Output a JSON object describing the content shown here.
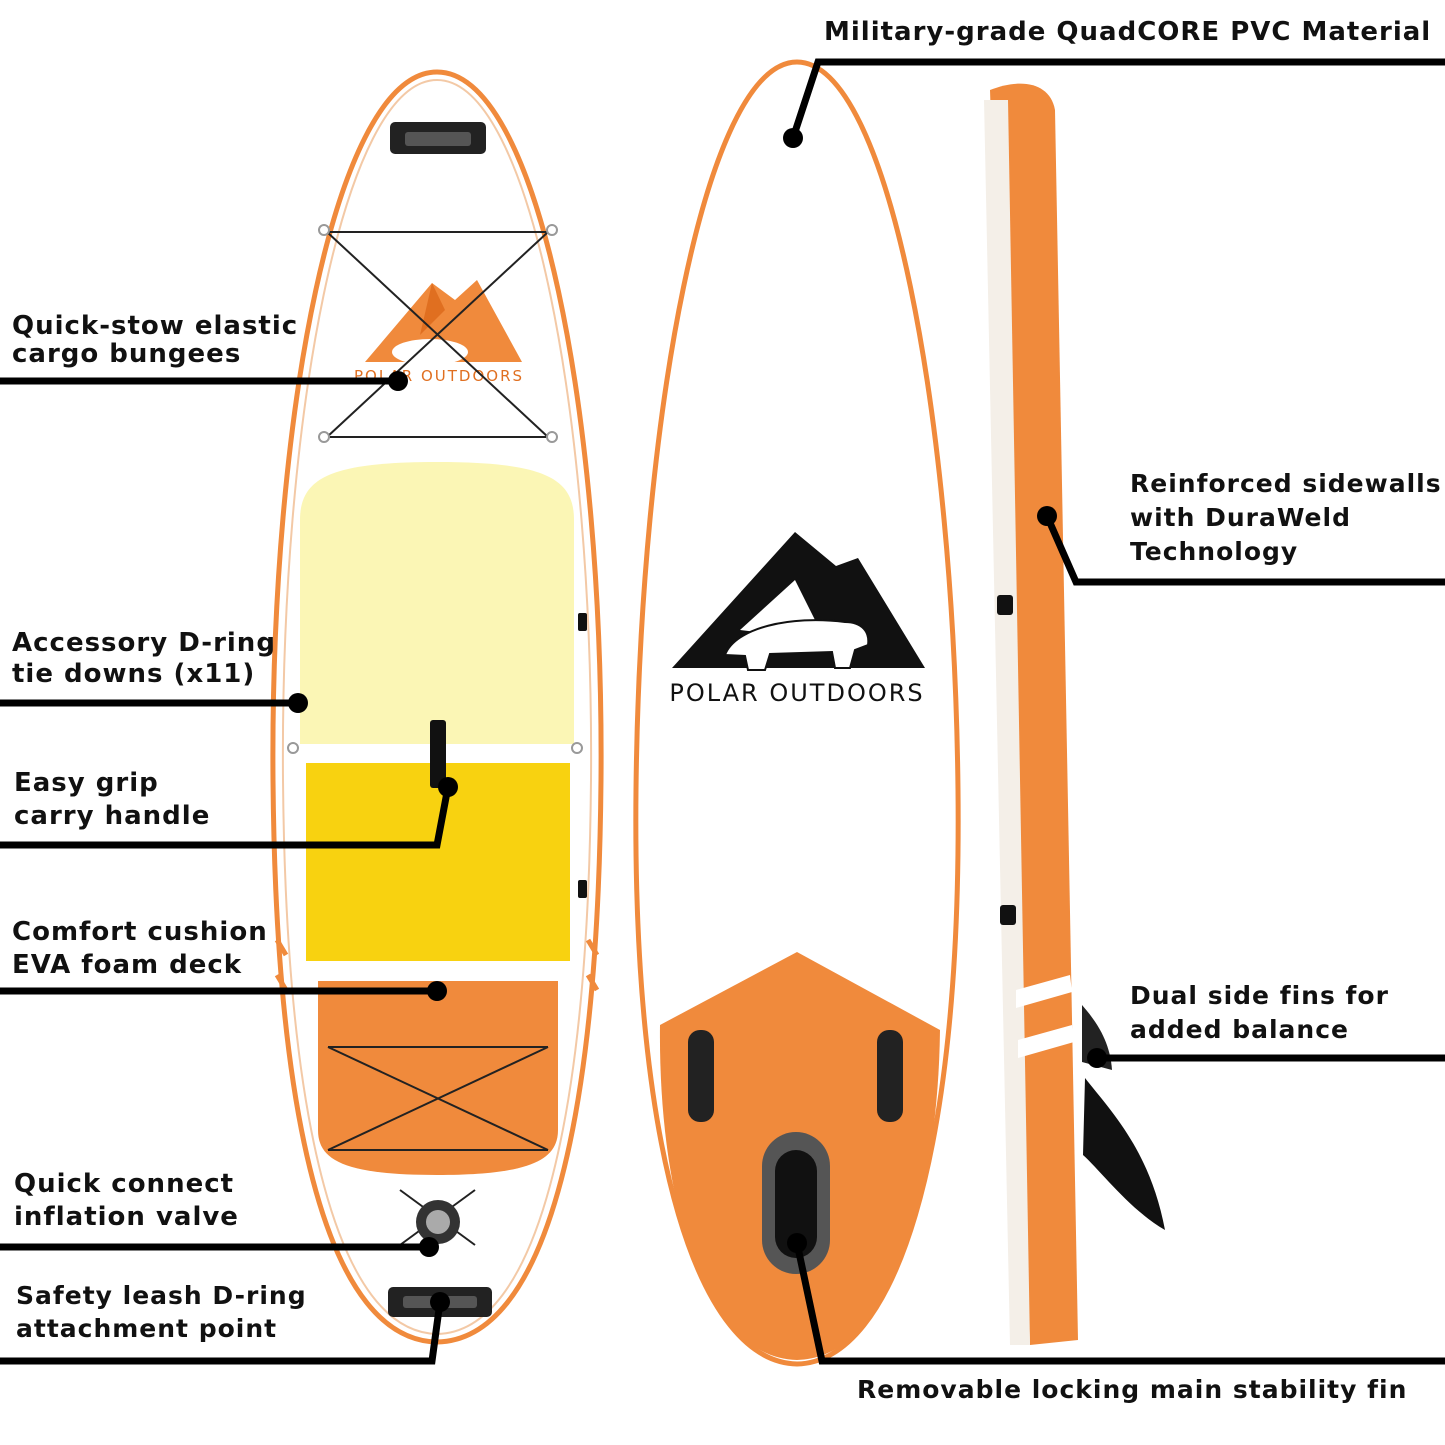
{
  "brand": {
    "name": "POLAR OUTDOORS",
    "colors": {
      "orange": "#F08A3C",
      "orange_dark": "#E06F20",
      "yellow_light": "#FBF6B5",
      "yellow": "#F8D210",
      "white": "#FFFFFF",
      "black": "#111111"
    }
  },
  "callouts": {
    "material": {
      "lines": [
        "Military-grade QuadCORE PVC Material"
      ]
    },
    "bungees": {
      "lines": [
        "Quick-stow elastic",
        "cargo bungees"
      ]
    },
    "d_rings": {
      "lines": [
        "Accessory D-ring",
        "tie downs (x11)"
      ]
    },
    "handle": {
      "lines": [
        "Easy grip",
        "carry handle"
      ]
    },
    "deck": {
      "lines": [
        "Comfort cushion",
        "EVA foam deck"
      ]
    },
    "valve": {
      "lines": [
        "Quick connect",
        "inflation valve"
      ]
    },
    "leash": {
      "lines": [
        "Safety leash D-ring",
        "attachment point"
      ]
    },
    "sidewalls": {
      "lines": [
        "Reinforced sidewalls",
        "with DuraWeld",
        "Technology"
      ]
    },
    "side_fins": {
      "lines": [
        "Dual side fins for",
        "added balance"
      ]
    },
    "main_fin": {
      "lines": [
        "Removable locking main stability fin"
      ]
    }
  }
}
